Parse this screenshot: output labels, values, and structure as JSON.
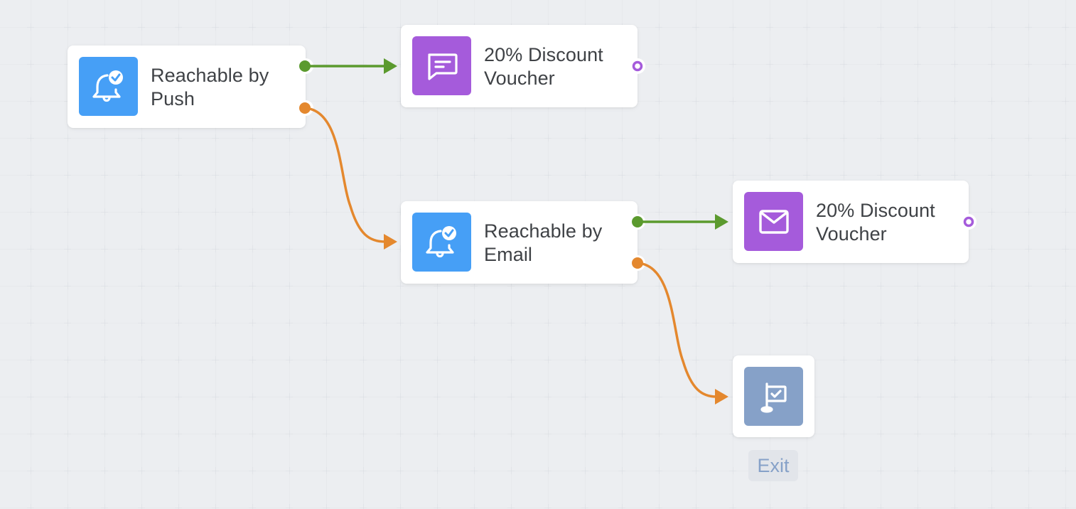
{
  "colors": {
    "background": "#eceef1",
    "condition_icon_bg": "#469ff6",
    "action_icon_bg": "#a55bdb",
    "exit_icon_bg": "#86a1c8",
    "yes_edge": "#5b9a2e",
    "no_edge": "#e4882e",
    "output_port": "#a55bdb"
  },
  "nodes": [
    {
      "id": "push-condition",
      "type": "condition",
      "icon": "bell-check-icon",
      "label": "Reachable by Push"
    },
    {
      "id": "voucher-1",
      "type": "action",
      "icon": "message-icon",
      "label": "20% Discount Voucher"
    },
    {
      "id": "email-condition",
      "type": "condition",
      "icon": "bell-check-icon",
      "label": "Reachable by Email"
    },
    {
      "id": "voucher-2",
      "type": "action",
      "icon": "envelope-icon",
      "label": "20% Discount Voucher"
    },
    {
      "id": "exit",
      "type": "exit",
      "icon": "flag-check-icon",
      "label": "Exit"
    }
  ],
  "edges": [
    {
      "from": "push-condition",
      "to": "voucher-1",
      "branch": "yes"
    },
    {
      "from": "push-condition",
      "to": "email-condition",
      "branch": "no"
    },
    {
      "from": "email-condition",
      "to": "voucher-2",
      "branch": "yes"
    },
    {
      "from": "email-condition",
      "to": "exit",
      "branch": "no"
    }
  ]
}
